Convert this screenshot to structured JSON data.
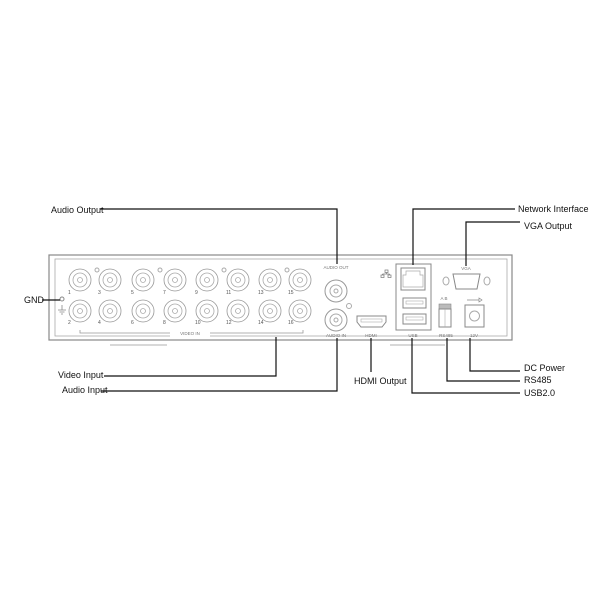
{
  "callouts": {
    "audio_output": "Audio Output",
    "network_interface": "Network Interface",
    "vga_output": "VGA Output",
    "gnd": "GND",
    "video_input": "Video Input",
    "audio_input": "Audio Input",
    "hdmi_output": "HDMI Output",
    "dc_power": "DC Power",
    "rs485": "RS485",
    "usb": "USB2.0"
  },
  "panel_labels": {
    "audio_out": "AUDIO OUT",
    "audio_in": "AUDIO IN",
    "video_in": "VIDEO IN",
    "hdmi": "HDMI",
    "usb": "USB",
    "rs485": "RS485",
    "ab": "A B",
    "dc": "12V",
    "vga": "VGA"
  },
  "channels_top": [
    "1",
    "3",
    "5",
    "7",
    "9",
    "11",
    "13",
    "15"
  ],
  "channels_bottom": [
    "2",
    "4",
    "6",
    "8",
    "10",
    "12",
    "14",
    "16"
  ]
}
